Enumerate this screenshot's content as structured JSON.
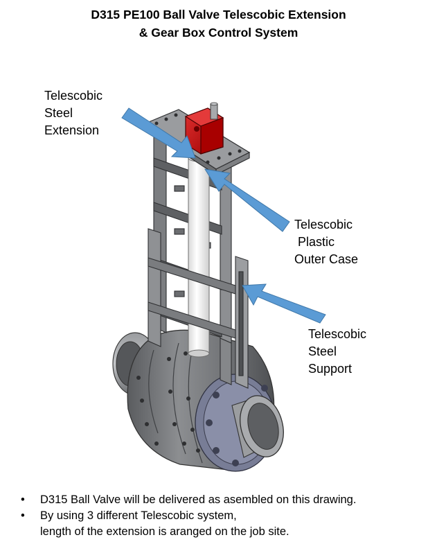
{
  "title": {
    "line1": "D315 PE100 Ball Valve Telescobic Extension",
    "line2": "& Gear Box Control System"
  },
  "labels": {
    "steel_extension": [
      "Telescobic",
      "Steel",
      "Extension"
    ],
    "plastic_case": [
      "Telescobic",
      "Plastic",
      "Outer Case"
    ],
    "steel_support": [
      "Telescobic",
      "Steel",
      "Support"
    ]
  },
  "notes": {
    "item1": "D315 Ball Valve will be delivered as asembled on this drawing.",
    "item2_line1": "By using 3 different Telescobic system,",
    "item2_line2": "length of the extension is aranged on the job site."
  },
  "colors": {
    "arrow": "#5b9bd5",
    "gearbox": "#c00000",
    "steel": "#8a8c8f",
    "steel_dark": "#5e6063",
    "valve_body": "#7d7f82",
    "flange": "#7a7f9a",
    "pipe_case": "#f2f2f2"
  }
}
